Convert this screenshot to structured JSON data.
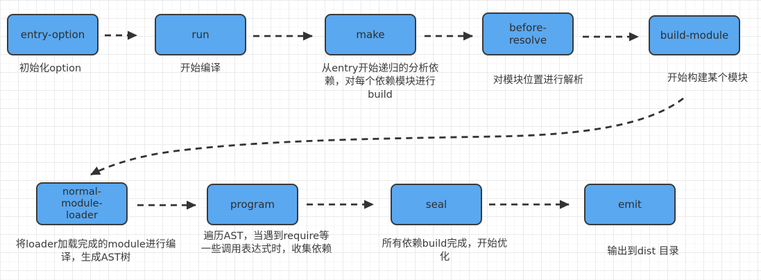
{
  "diagram": {
    "type": "flowchart",
    "subject": "webpack build lifecycle hooks",
    "colors": {
      "node_fill": "#5AA8F0",
      "node_border": "#3a3a3a",
      "arrow": "#333333",
      "grid_major": "#ebebeb",
      "grid_minor": "#f7f7f7",
      "text": "#3a3a3a",
      "background": "#ffffff"
    },
    "nodes": [
      {
        "id": "entry-option",
        "label": "entry-option",
        "description": "初始化option"
      },
      {
        "id": "run",
        "label": "run",
        "description": "开始编译"
      },
      {
        "id": "make",
        "label": "make",
        "description": "从entry开始递归的分析依赖，对每个依赖模块进行build"
      },
      {
        "id": "before-resolve",
        "label": "before-resolve",
        "description": "对模块位置进行解析"
      },
      {
        "id": "build-module",
        "label": "build-module",
        "description": "开始构建某个模块"
      },
      {
        "id": "normal-module-loader",
        "label": "normal-module-loader",
        "description": "将loader加载完成的module进行编译，生成AST树"
      },
      {
        "id": "program",
        "label": "program",
        "description": "遍历AST，当遇到require等一些调用表达式时，收集依赖"
      },
      {
        "id": "seal",
        "label": "seal",
        "description": "所有依赖build完成，开始优化"
      },
      {
        "id": "emit",
        "label": "emit",
        "description": "输出到dist 目录"
      }
    ],
    "edges": [
      {
        "from": "entry-option",
        "to": "run",
        "style": "dashed-arrow"
      },
      {
        "from": "run",
        "to": "make",
        "style": "dashed-arrow"
      },
      {
        "from": "make",
        "to": "before-resolve",
        "style": "dashed-arrow"
      },
      {
        "from": "before-resolve",
        "to": "build-module",
        "style": "dashed-arrow"
      },
      {
        "from": "build-module",
        "to": "normal-module-loader",
        "style": "dashed-curved-arrow"
      },
      {
        "from": "normal-module-loader",
        "to": "program",
        "style": "dashed-arrow"
      },
      {
        "from": "program",
        "to": "seal",
        "style": "dashed-arrow"
      },
      {
        "from": "seal",
        "to": "emit",
        "style": "dashed-arrow"
      }
    ]
  }
}
